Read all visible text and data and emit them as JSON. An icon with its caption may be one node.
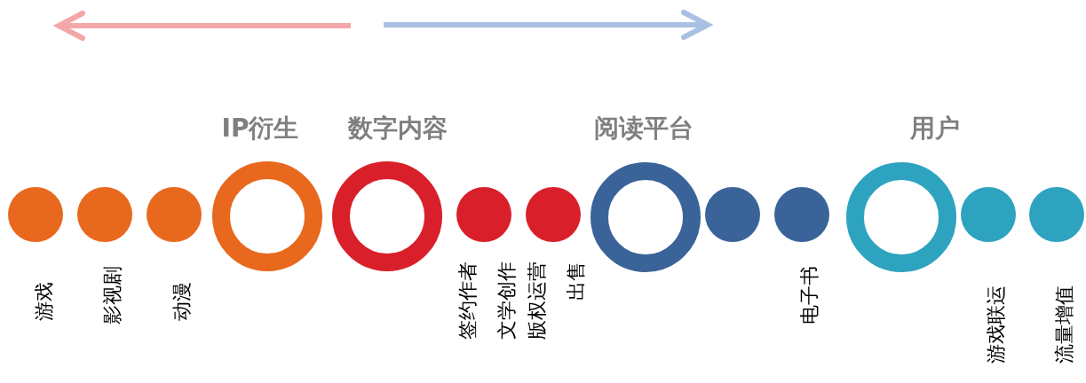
{
  "diagram": {
    "nodes": [
      {
        "text": [
          "游戏"
        ]
      },
      {
        "text": [
          "影视剧"
        ]
      },
      {
        "text": [
          "动漫"
        ]
      },
      {
        "text": [
          "IP衍生"
        ]
      },
      {
        "text": [
          "数字内容"
        ]
      },
      {
        "text": [
          "签约作者文学创作"
        ]
      },
      {
        "text": [
          "版权运营出售"
        ]
      },
      {
        "text": [
          "阅读平台"
        ]
      },
      {
        "text": [],
        "shape": "circle"
      },
      {
        "text": [
          "电子书"
        ]
      },
      {
        "text": [
          "用户"
        ]
      },
      {
        "text": [
          "游戏联运"
        ]
      },
      {
        "text": [
          "流量增值"
        ]
      }
    ]
  }
}
